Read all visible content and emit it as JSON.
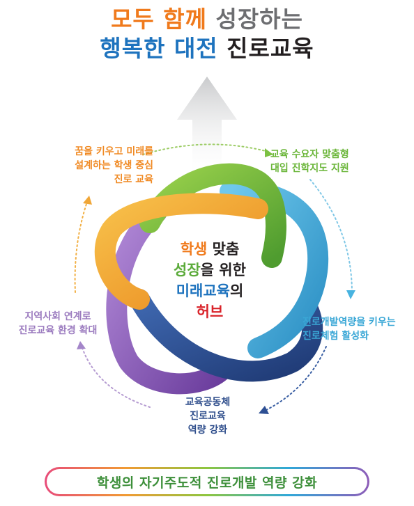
{
  "title": {
    "line1": [
      {
        "text": "모두 함께",
        "color": "orange"
      },
      {
        "text": " 성장하는",
        "color": "dgray"
      }
    ],
    "line2": [
      {
        "text": "행복한 대전",
        "color": "blue"
      },
      {
        "text": " 진로교육",
        "color": "black"
      }
    ]
  },
  "labels": {
    "top_left": [
      "꿈을 키우고 미래를",
      "설계하는 학생 중심",
      "진로 교육"
    ],
    "top_right": [
      "교육 수요자 맞춤형",
      "대입 진학지도 지원"
    ],
    "right": [
      "진로개발역량을 키우는",
      "진로체험 활성화"
    ],
    "bottom": [
      "교육공동체",
      "진로교육",
      "역량 강화"
    ],
    "left": [
      "지역사회 연계로",
      "진로교육 환경 확대"
    ]
  },
  "center": {
    "line1": [
      {
        "text": "학생",
        "color": "orange"
      },
      {
        "text": " 맞춤",
        "color": "black"
      }
    ],
    "line2": [
      {
        "text": "성장",
        "color": "green"
      },
      {
        "text": "을 위한",
        "color": "black"
      }
    ],
    "line3": [
      {
        "text": "미래교육",
        "color": "blue"
      },
      {
        "text": "의",
        "color": "black"
      }
    ],
    "line4": [
      {
        "text": "허브",
        "color": "red"
      }
    ]
  },
  "bottom_banner": "학생의 자기주도적 진로개발 역량 강화",
  "colors": {
    "orange": "#f0a637",
    "green": "#7cc142",
    "light_blue": "#48b3e0",
    "dark_blue": "#2d4f93",
    "purple": "#8e5cb8",
    "arrow_gray": "#d8d9db"
  }
}
